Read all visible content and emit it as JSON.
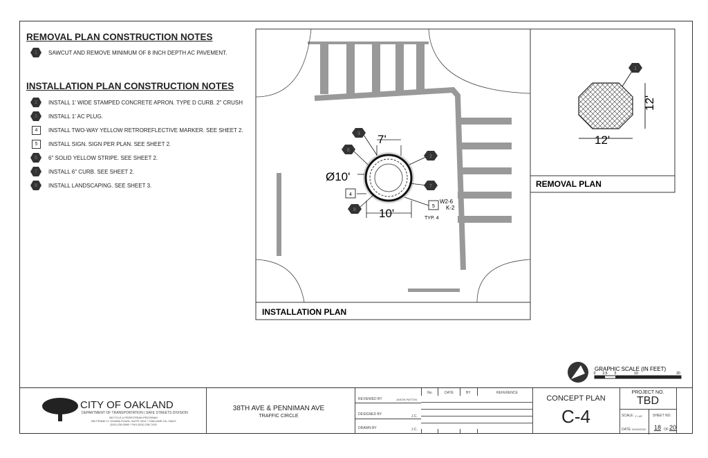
{
  "removal_notes": {
    "title": "REMOVAL PLAN CONSTRUCTION NOTES",
    "items": [
      {
        "marker": "1",
        "shape": "hex",
        "text": "SAWCUT AND REMOVE MINIMUM OF 8 INCH DEPTH AC PAVEMENT."
      }
    ]
  },
  "installation_notes": {
    "title": "INSTALLATION PLAN CONSTRUCTION NOTES",
    "items": [
      {
        "marker": "2",
        "shape": "hex",
        "text": "INSTALL 1' WIDE STAMPED CONCRETE APRON. TYPE D CURB. 2\" CRUSH"
      },
      {
        "marker": "3",
        "shape": "hex",
        "text": "INSTALL 1' AC PLUG."
      },
      {
        "marker": "4",
        "shape": "square",
        "text": "INSTALL TWO-WAY YELLOW RETROREFLECTIVE MARKER. SEE SHEET 2."
      },
      {
        "marker": "5",
        "shape": "square",
        "text": "INSTALL SIGN. SIGN PER PLAN. SEE SHEET 2."
      },
      {
        "marker": "6",
        "shape": "hex",
        "text": "6\" SOLID YELLOW STRIPE. SEE SHEET 2."
      },
      {
        "marker": "7",
        "shape": "hex",
        "text": "INSTALL 6\" CURB. SEE SHEET 2."
      },
      {
        "marker": "8",
        "shape": "hex",
        "text": "INSTALL LANDSCAPING. SEE SHEET 3."
      }
    ]
  },
  "installation_plan": {
    "title": "INSTALLATION PLAN",
    "dim_top": "7'",
    "dim_diameter": "Ø10'",
    "dim_bottom": "10'",
    "sign_code": "W2-6",
    "sign_code2": "K-2",
    "typ": "TYP. 4",
    "callouts": {
      "top": "3",
      "left": "6",
      "right_top": "2",
      "right": "7",
      "bottom_left": "8",
      "marker": "4",
      "sign": "5"
    }
  },
  "removal_plan": {
    "title": "REMOVAL PLAN",
    "dim_v": "12'",
    "dim_h": "12'",
    "callout": "1"
  },
  "graphic_scale": {
    "title": "GRAPHIC SCALE (IN FEET)",
    "ticks": [
      "0",
      "2.5",
      "5",
      "10",
      "20"
    ]
  },
  "title_block": {
    "org": "CITY OF OAKLAND",
    "dept": "DEPARTMENT OF TRANSPORTATION | SAFE STREETS DIVISION",
    "program": "BICYCLE & PEDESTRIAN PROGRAM",
    "address": "250 FRANK H. OGAWA PLAZA, SUITE 4314 * OAKLAND CA, 94612",
    "phone": "(510) 238-3466 * FAX (510) 238-7415",
    "project": "38TH AVE & PENNIMAN AVE",
    "project_sub": "TRAFFIC CIRCLE",
    "reviewed_by_label": "REVIEWED BY",
    "reviewed_by": "JASON PATTON",
    "designed_by_label": "DESIGNED BY",
    "designed_by": "J.C.",
    "drawn_by_label": "DRAWN BY",
    "drawn_by": "J.C.",
    "rev_headers": [
      "No.",
      "DATE",
      "BY",
      "REFERENCE"
    ],
    "sheet_type": "CONCEPT PLAN",
    "sheet_id": "C-4",
    "project_no_label": "PROJECT NO.",
    "project_no": "TBD",
    "scale_label": "SCALE:",
    "scale": "1\"=40'",
    "sheet_no_label": "SHEET NO.",
    "date_label": "DATE:",
    "date": "00/00/0000",
    "sheet": "18",
    "of": "OF",
    "sheets": "20"
  }
}
